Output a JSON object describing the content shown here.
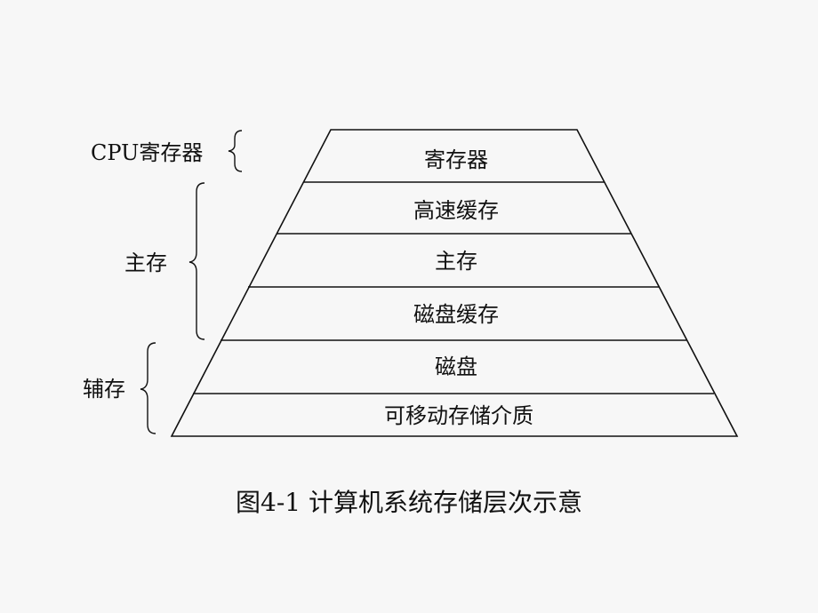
{
  "layers": [
    {
      "label": "寄存器"
    },
    {
      "label": "高速缓存"
    },
    {
      "label": "主存"
    },
    {
      "label": "磁盘缓存"
    },
    {
      "label": "磁盘"
    },
    {
      "label": "可移动存储介质"
    }
  ],
  "groups": [
    {
      "label": "CPU寄存器",
      "from": 0,
      "to": 0
    },
    {
      "label": "主存",
      "from": 1,
      "to": 3
    },
    {
      "label": "辅存",
      "from": 4,
      "to": 5
    }
  ],
  "caption": "图4-1  计算机系统存储层次示意",
  "colors": {
    "background": "#f7f7f7",
    "line": "#111111",
    "text": "#111111"
  }
}
